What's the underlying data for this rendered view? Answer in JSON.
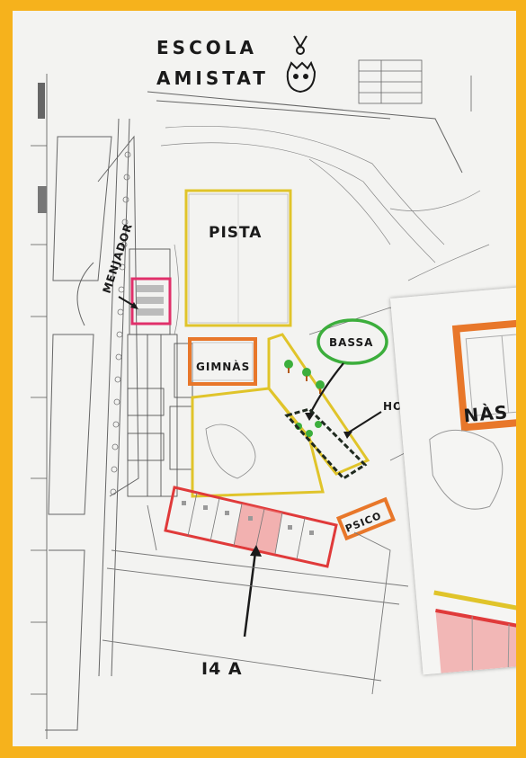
{
  "school": {
    "name_line1": "ESCOLA",
    "name_line2": "AMISTAT"
  },
  "labels": {
    "pista": "PISTA",
    "menjador": "MENJADOR",
    "gimnas": "GIMNÀS",
    "bassa": "BASSA",
    "hort": "HORT",
    "psico": "PSICO",
    "class": "I4 A"
  },
  "zoom_inset": {
    "label": "NÀS"
  },
  "colors": {
    "frame": "#f6b21c",
    "pista_outline": "#e0c42a",
    "menjador_outline": "#e0306a",
    "gimnas_outline": "#e8772a",
    "bassa_outline": "#3cae3c",
    "classrooms_outline": "#e03a3a",
    "psico_outline": "#e8772a",
    "hort_outline": "#1f2a1f"
  }
}
